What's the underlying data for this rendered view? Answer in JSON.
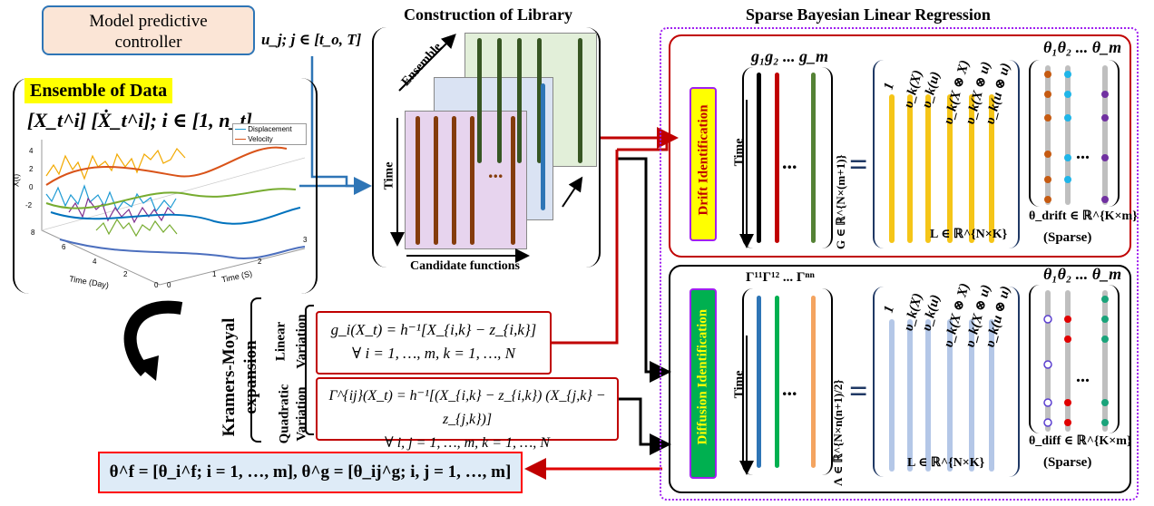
{
  "mpc": {
    "label_line1": "Model predictive",
    "label_line2": "controller",
    "input_label": "u_j; j ∈ [t_o, T]"
  },
  "ensemble": {
    "title": "Ensemble of Data",
    "data_formula": "[X_t^i] [Ẋ_t^i]; i ∈ [1, n_t]",
    "legend": [
      "Displacement",
      "Velocity"
    ],
    "xlabel_day": "Time (Day)",
    "xlabel_s": "Time (S)",
    "zlabel": "X(t)",
    "ticks_z": [
      "4",
      "2",
      "0",
      "-2"
    ],
    "ticks_day": [
      "8",
      "6",
      "4",
      "2",
      "0"
    ],
    "ticks_s": [
      "0",
      "1",
      "2",
      "3"
    ]
  },
  "library": {
    "title": "Construction of  Library",
    "ensemble_label": "Ensemble",
    "time_label": "Time",
    "candidate_label": "Candidate functions",
    "dots": "..."
  },
  "sbl": {
    "title": "Sparse Bayesian Linear Regression"
  },
  "drift": {
    "label": "Drift Identification",
    "time_label": "Time",
    "g_header": "g₁g₂ ... g_m",
    "dots": "...",
    "G_label": "G ∈ ℝ^{N×(m+1)}",
    "equals": "=",
    "L_label": "L ∈ ℝ^{N×K}",
    "lib_cols": [
      "1",
      "υ_k(X)",
      "υ_k(u)",
      "υ_k(X ⊗ X)",
      "υ_k(X ⊗ u)",
      "υ_k(u ⊗ u)"
    ],
    "theta_header": "θ₁θ₂ ... θ_m",
    "theta_label": "θ_drift ∈ ℝ^{K×m}",
    "sparse": "(Sparse)"
  },
  "diffusion": {
    "label": "Diffusion Identification",
    "time_label": "Time",
    "gamma_header": "Γ¹¹Γ¹² ... Γⁿⁿ",
    "dots": "...",
    "Lambda_label": "Λ ∈ ℝ^{N×n(n+1)/2}",
    "equals": "=",
    "L_label": "L ∈ ℝ^{N×K}",
    "lib_cols": [
      "1",
      "υ_k(X)",
      "υ_k(u)",
      "υ_k(X ⊗ X)",
      "υ_k(X ⊗ u)",
      "υ_k(u ⊗ u)"
    ],
    "theta_header": "θ₁θ₂ ... θ_m",
    "theta_label": "θ_diff ∈ ℝ^{K×m}",
    "sparse": "(Sparse)"
  },
  "km": {
    "title_line1": "Kramers-Moyal",
    "title_line2": "expansion",
    "linear_line1": "Linear",
    "linear_line2": "Variation",
    "quad_line1": "Quadratic",
    "quad_line2": "Variation"
  },
  "eq_linear": {
    "line1": "g_i(X_t) = h⁻¹[X_{i,k} − z_{i,k}]",
    "line2": "∀ i = 1, …, m, k = 1, …, N"
  },
  "eq_quad": {
    "line1": "Γ^{ij}(X_t) = h⁻¹[(X_{i,k} − z_{i,k}) (X_{j,k} − z_{j,k})]",
    "line2": "∀ i, j = 1, …, m, k = 1, …, N"
  },
  "result": {
    "text": "θ^f = [θ_i^f; i = 1, …, m], θ^g = [θ_ij^g; i, j = 1, …, m]"
  },
  "colors": {
    "red": "#c00000",
    "blue": "#2e75b6",
    "purple": "#a020f0",
    "yellow": "#f5c518",
    "green": "#1aa34a",
    "lightblue": "#b4c7e7"
  }
}
